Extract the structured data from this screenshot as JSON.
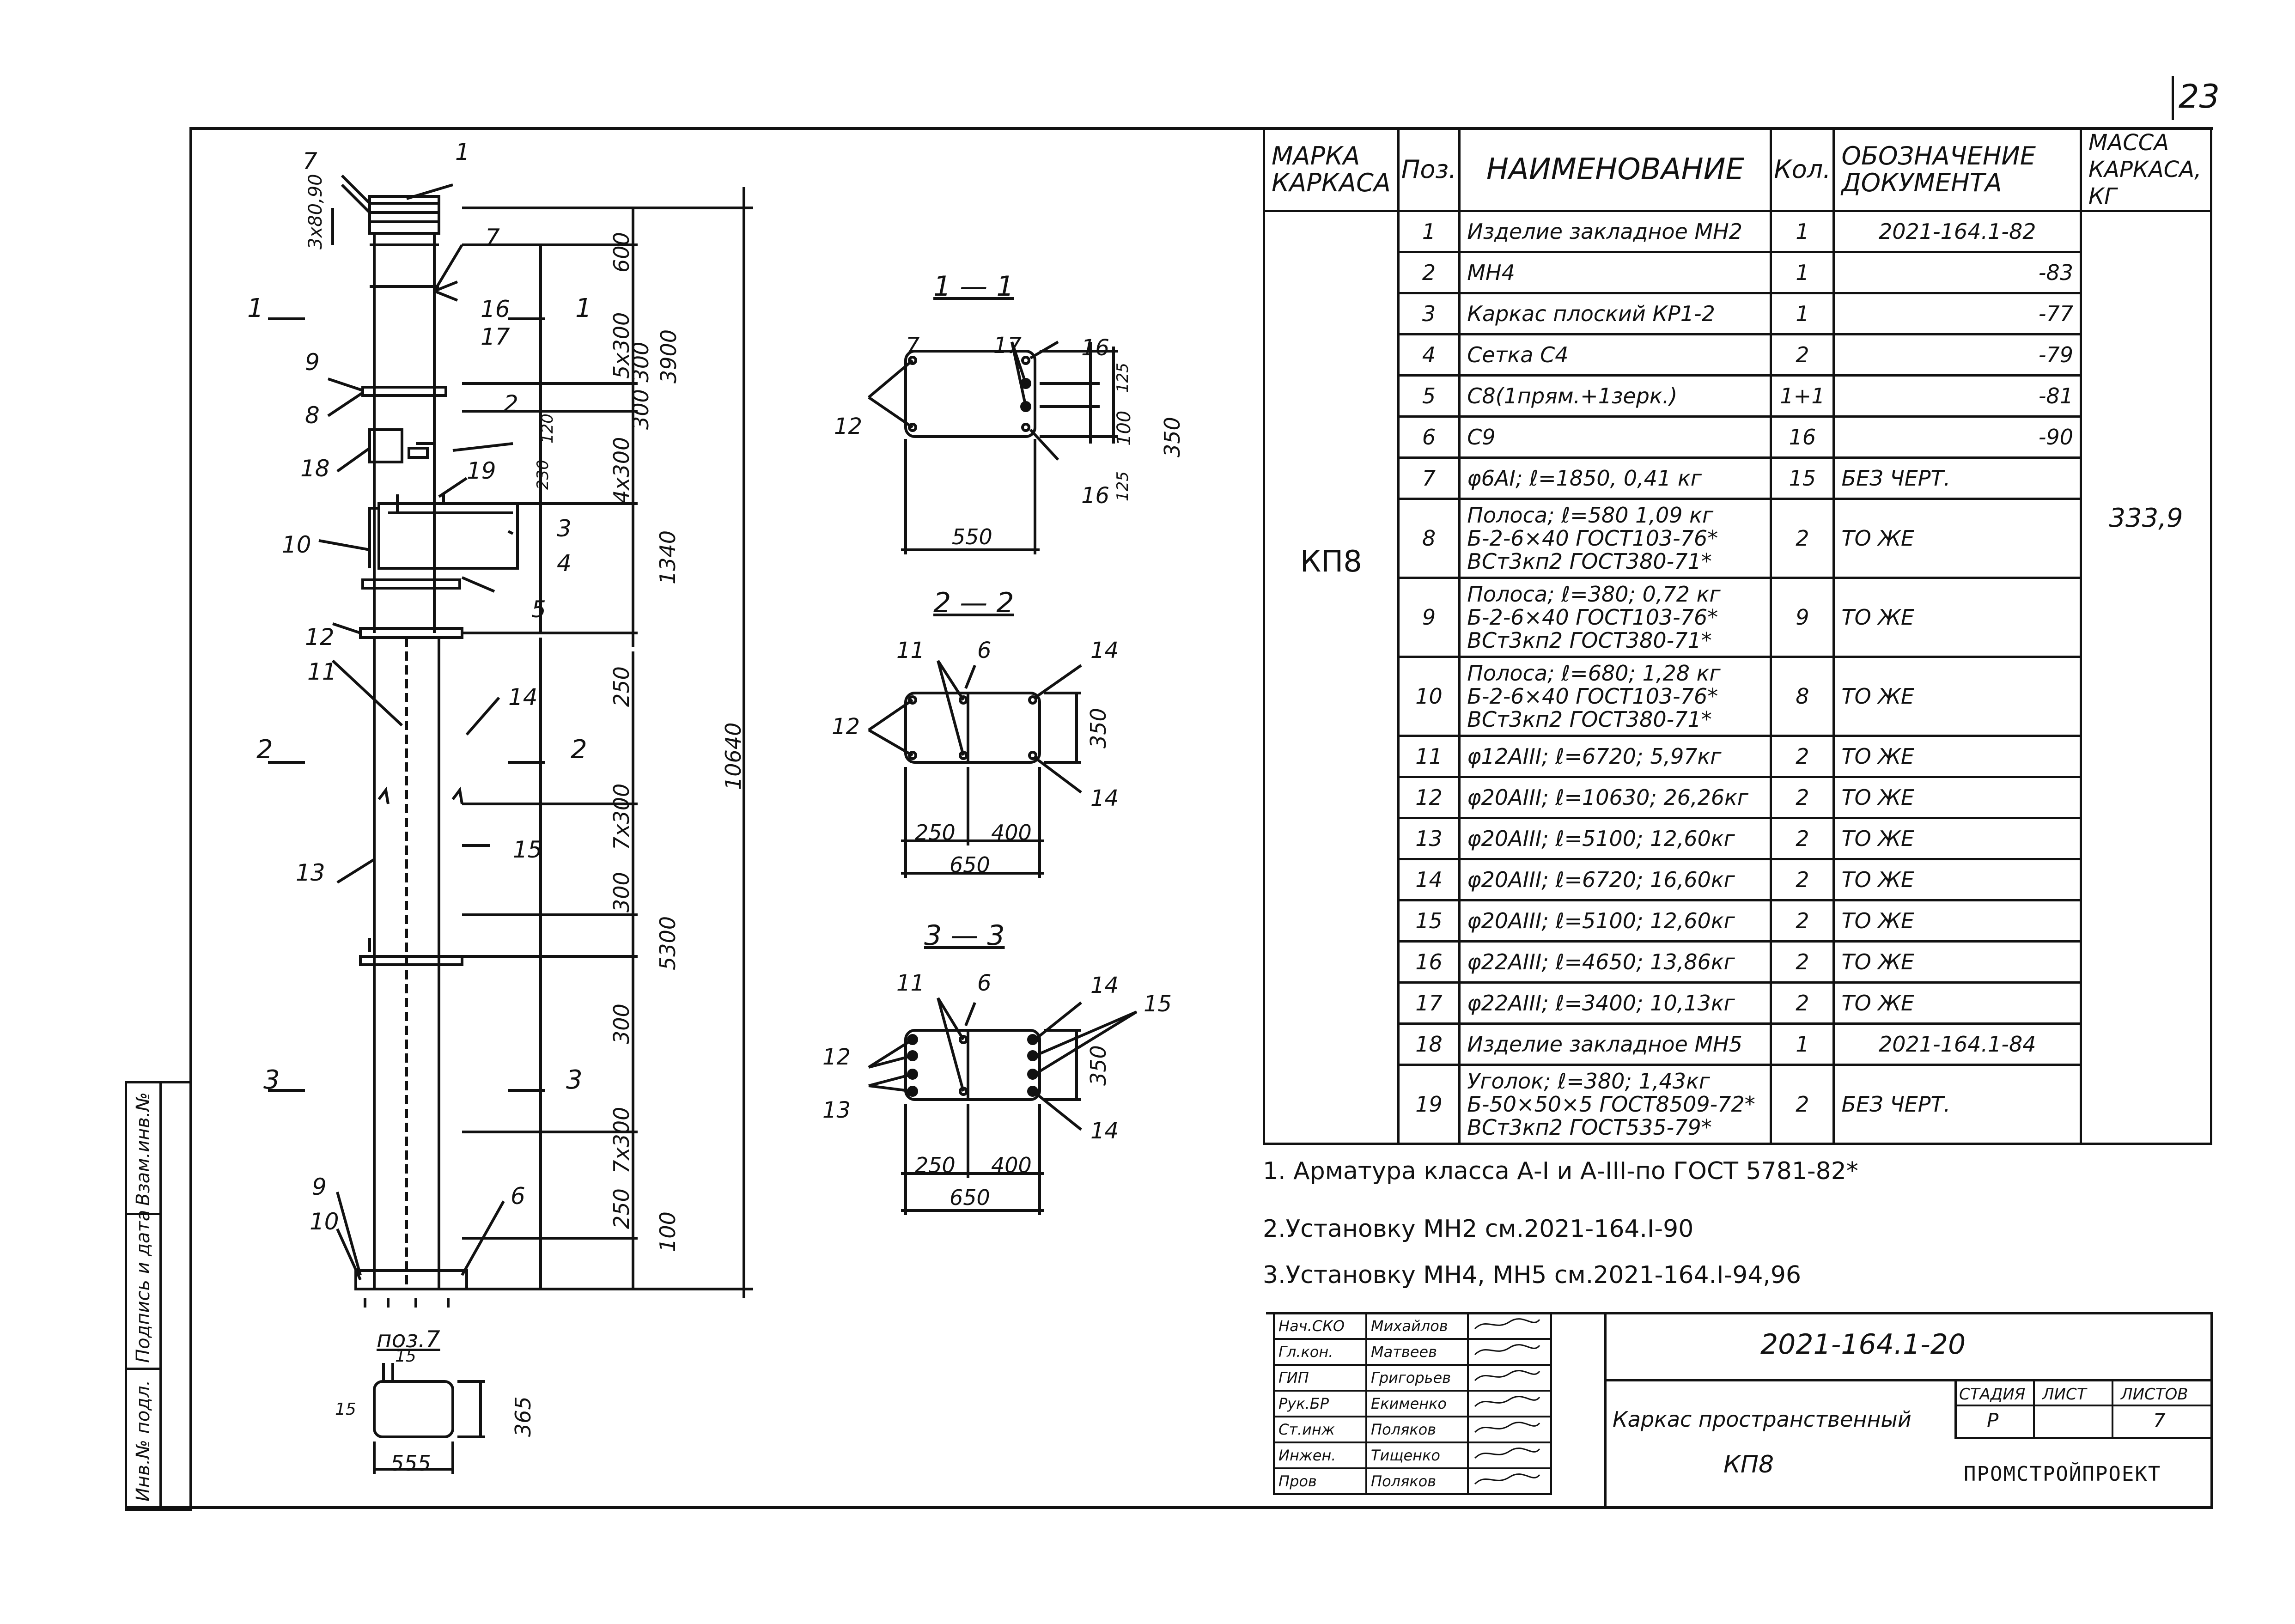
{
  "sheet_number": "23",
  "drawing": {
    "column_labels": [
      "1",
      "7",
      "7",
      "16",
      "17",
      "9",
      "2",
      "8",
      "18",
      "19",
      "3",
      "4",
      "10",
      "5",
      "12",
      "11",
      "14",
      "13",
      "15",
      "9",
      "10",
      "6"
    ],
    "dims_top": [
      "3x80,90",
      "600",
      "5x300",
      "3900",
      "300 300",
      "4x300",
      "230",
      "120",
      "1340"
    ],
    "dims_bottom": [
      "250",
      "7x300",
      "300",
      "5300",
      "300",
      "7x300",
      "250",
      "100"
    ],
    "overall": "10640",
    "section_marks": [
      "1",
      "1",
      "2",
      "2",
      "3",
      "3"
    ],
    "pos7": {
      "title": "поз.7",
      "w": "555",
      "h": "365",
      "d1": "15",
      "d2": "15"
    }
  },
  "sections": [
    {
      "title": "1 — 1",
      "labels": [
        "7",
        "17",
        "16",
        "12",
        "16"
      ],
      "dims": [
        "125",
        "100",
        "350",
        "125",
        "550"
      ]
    },
    {
      "title": "2 — 2",
      "labels": [
        "11",
        "6",
        "14",
        "12",
        "14"
      ],
      "dims": [
        "350",
        "250",
        "400",
        "650"
      ]
    },
    {
      "title": "3 — 3",
      "labels": [
        "11",
        "6",
        "14",
        "15",
        "12",
        "13",
        "14"
      ],
      "dims": [
        "350",
        "250",
        "400",
        "650"
      ]
    }
  ],
  "table": {
    "headers": {
      "marka": "МАРКА КАРКАСА",
      "poz": "Поз.",
      "name": "НАИМЕНОВАНИЕ",
      "kol": "Кол.",
      "doc": "ОБОЗНАЧЕНИЕ ДОКУМЕНТА",
      "mass": "МАССА КАРКАСА, КГ"
    },
    "marka": "КП8",
    "mass": "333,9",
    "rows": [
      {
        "poz": "1",
        "name": "Изделие закладное МН2",
        "kol": "1",
        "doc": "2021-164.1-82"
      },
      {
        "poz": "2",
        "name": "МН4",
        "kol": "1",
        "doc": "-83"
      },
      {
        "poz": "3",
        "name": "Каркас плоский КР1-2",
        "kol": "1",
        "doc": "-77"
      },
      {
        "poz": "4",
        "name": "Сетка С4",
        "kol": "2",
        "doc": "-79"
      },
      {
        "poz": "5",
        "name": "С8(1прям.+1зерк.)",
        "kol": "1+1",
        "doc": "-81"
      },
      {
        "poz": "6",
        "name": "С9",
        "kol": "16",
        "doc": "-90"
      },
      {
        "poz": "7",
        "name": "φ6АI; ℓ=1850, 0,41 кг",
        "kol": "15",
        "doc": "БЕЗ ЧЕРТ."
      },
      {
        "poz": "8",
        "name": "Полоса; ℓ=580 1,09 кг\nБ-2-6×40 ГОСТ103-76*\nВСт3кп2 ГОСТ380-71*",
        "kol": "2",
        "doc": "ТО ЖЕ"
      },
      {
        "poz": "9",
        "name": "Полоса; ℓ=380; 0,72 кг\nБ-2-6×40 ГОСТ103-76*\nВСт3кп2 ГОСТ380-71*",
        "kol": "9",
        "doc": "ТО ЖЕ"
      },
      {
        "poz": "10",
        "name": "Полоса; ℓ=680; 1,28 кг\nБ-2-6×40 ГОСТ103-76*\nВСт3кп2 ГОСТ380-71*",
        "kol": "8",
        "doc": "ТО ЖЕ"
      },
      {
        "poz": "11",
        "name": "φ12АIII; ℓ=6720; 5,97кг",
        "kol": "2",
        "doc": "ТО ЖЕ"
      },
      {
        "poz": "12",
        "name": "φ20АIII; ℓ=10630; 26,26кг",
        "kol": "2",
        "doc": "ТО ЖЕ"
      },
      {
        "poz": "13",
        "name": "φ20АIII; ℓ=5100; 12,60кг",
        "kol": "2",
        "doc": "ТО ЖЕ"
      },
      {
        "poz": "14",
        "name": "φ20АIII; ℓ=6720; 16,60кг",
        "kol": "2",
        "doc": "ТО ЖЕ"
      },
      {
        "poz": "15",
        "name": "φ20АIII; ℓ=5100; 12,60кг",
        "kol": "2",
        "doc": "ТО ЖЕ"
      },
      {
        "poz": "16",
        "name": "φ22АIII; ℓ=4650; 13,86кг",
        "kol": "2",
        "doc": "ТО ЖЕ"
      },
      {
        "poz": "17",
        "name": "φ22АIII; ℓ=3400; 10,13кг",
        "kol": "2",
        "doc": "ТО ЖЕ"
      },
      {
        "poz": "18",
        "name": "Изделие закладное МН5",
        "kol": "1",
        "doc": "2021-164.1-84"
      },
      {
        "poz": "19",
        "name": "Уголок; ℓ=380; 1,43кг\nБ-50×50×5 ГОСТ8509-72*\nВСт3кп2 ГОСТ535-79*",
        "kol": "2",
        "doc": "БЕЗ ЧЕРТ."
      }
    ]
  },
  "notes": [
    "1. Арматура класса А-I и А-III-по ГОСТ 5781-82*",
    "2.Установку МН2 см.2021-164.I-90",
    "3.Установку МН4, МН5 см.2021-164.I-94,96"
  ],
  "side_stamp": {
    "a": "Инв.№ подл.",
    "b": "Подпись и дата",
    "c": "Взам.инв.№"
  },
  "stamp": {
    "people": [
      {
        "role": "Нач.СКО",
        "name": "Михайлов"
      },
      {
        "role": "Гл.кон.",
        "name": "Матвеев"
      },
      {
        "role": "ГИП",
        "name": "Григорьев"
      },
      {
        "role": "Рук.БР",
        "name": "Екименко"
      },
      {
        "role": "Ст.инж",
        "name": "Поляков"
      },
      {
        "role": "Инжен.",
        "name": "Тищенко"
      },
      {
        "role": "Пров",
        "name": "Поляков"
      }
    ],
    "code": "2021-164.1-20",
    "title": "Каркас пространственный",
    "mark": "КП8",
    "stage_h": "СТАДИЯ",
    "sheet_h": "ЛИСТ",
    "sheets_h": "ЛИСТОВ",
    "stage": "Р",
    "sheet": "7",
    "org": "ПРОМСТРОЙПРОЕКТ"
  }
}
